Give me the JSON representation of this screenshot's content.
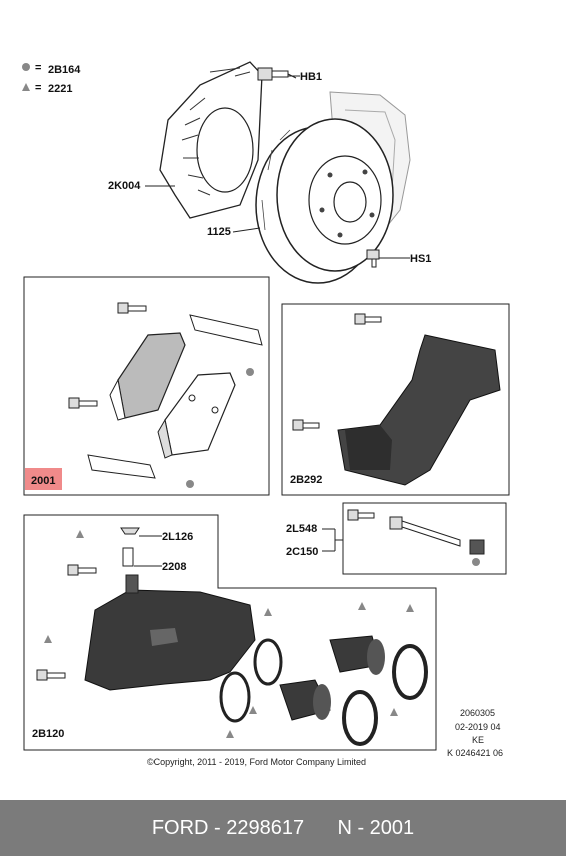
{
  "legend": {
    "circle_code": "2B164",
    "triangle_code": "2221",
    "eq": "="
  },
  "labels": {
    "hb1": "HB1",
    "k2004": "2K004",
    "p1125": "1125",
    "hs1": "HS1",
    "p2001": "2001",
    "p2b292": "2B292",
    "p2l548": "2L548",
    "p2c150": "2C150",
    "p2l126": "2L126",
    "p2208": "2208",
    "p2b120": "2B120"
  },
  "info": {
    "line1": "2060305",
    "line2": "02-2019 04",
    "line3": "KE",
    "line4": "K 0246421 06"
  },
  "copyright": "©Copyright, 2011 - 2019, Ford Motor Company Limited",
  "footer": {
    "brand_part": "FORD - 2298617",
    "ref": "N - 2001"
  },
  "colors": {
    "highlight": "#f08a8a",
    "footer_bg": "#7b7b7b",
    "marker": "#888888"
  }
}
